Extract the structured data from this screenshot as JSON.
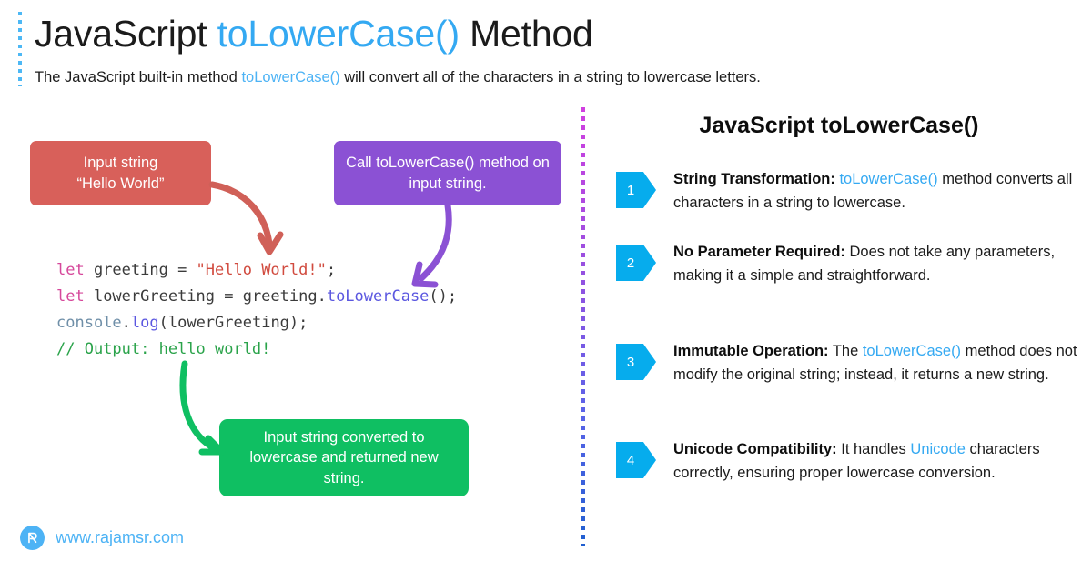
{
  "header": {
    "title_pre": "JavaScript ",
    "title_highlight": "toLowerCase()",
    "title_post": " Method",
    "subtitle_pre": "The JavaScript built-in method ",
    "subtitle_highlight": "toLowerCase()",
    "subtitle_post": " will convert all of the characters in a string to lowercase letters."
  },
  "callouts": {
    "input": "Input string\n“Hello World”",
    "call": "Call toLowerCase() method on input string.",
    "output": "Input string converted to lowercase and returned new string."
  },
  "code": {
    "line1_kw": "let",
    "line1_mid": " greeting = ",
    "line1_str": "\"Hello World!\"",
    "line1_end": ";",
    "line2_kw": "let",
    "line2_mid": " lowerGreeting = greeting.",
    "line2_mth": "toLowerCase",
    "line2_end": "();",
    "line3_obj": "console",
    "line3_dot": ".",
    "line3_mth": "log",
    "line3_end": "(lowerGreeting);",
    "line4_cmt": "// Output: hello world!"
  },
  "panel": {
    "title": "JavaScript toLowerCase()",
    "points": [
      {
        "number": "1",
        "lead": "String Transformation:",
        "text_a": " ",
        "highlight": "toLowerCase()",
        "text_b": " method converts all characters in a string to lowercase."
      },
      {
        "number": "2",
        "lead": "No Parameter Required:",
        "text_a": " Does not take any parameters, making it a simple and straightforward.",
        "highlight": "",
        "text_b": ""
      },
      {
        "number": "3",
        "lead": "Immutable Operation:",
        "text_a": " The ",
        "highlight": "toLowerCase()",
        "text_b": " method does not modify the original string; instead, it returns a new string."
      },
      {
        "number": "4",
        "lead": "Unicode Compatibility:",
        "text_a": " It handles ",
        "highlight": "Unicode",
        "text_b": " characters correctly, ensuring proper lowercase conversion."
      }
    ]
  },
  "footer": {
    "url": "www.rajamsr.com",
    "logo_letter": "R"
  },
  "colors": {
    "accent_blue": "#34a9f2",
    "badge_blue": "#06aced",
    "red": "#d8605a",
    "purple": "#8b51d4",
    "green": "#0fbf62",
    "link_blue": "#4db3f5"
  }
}
